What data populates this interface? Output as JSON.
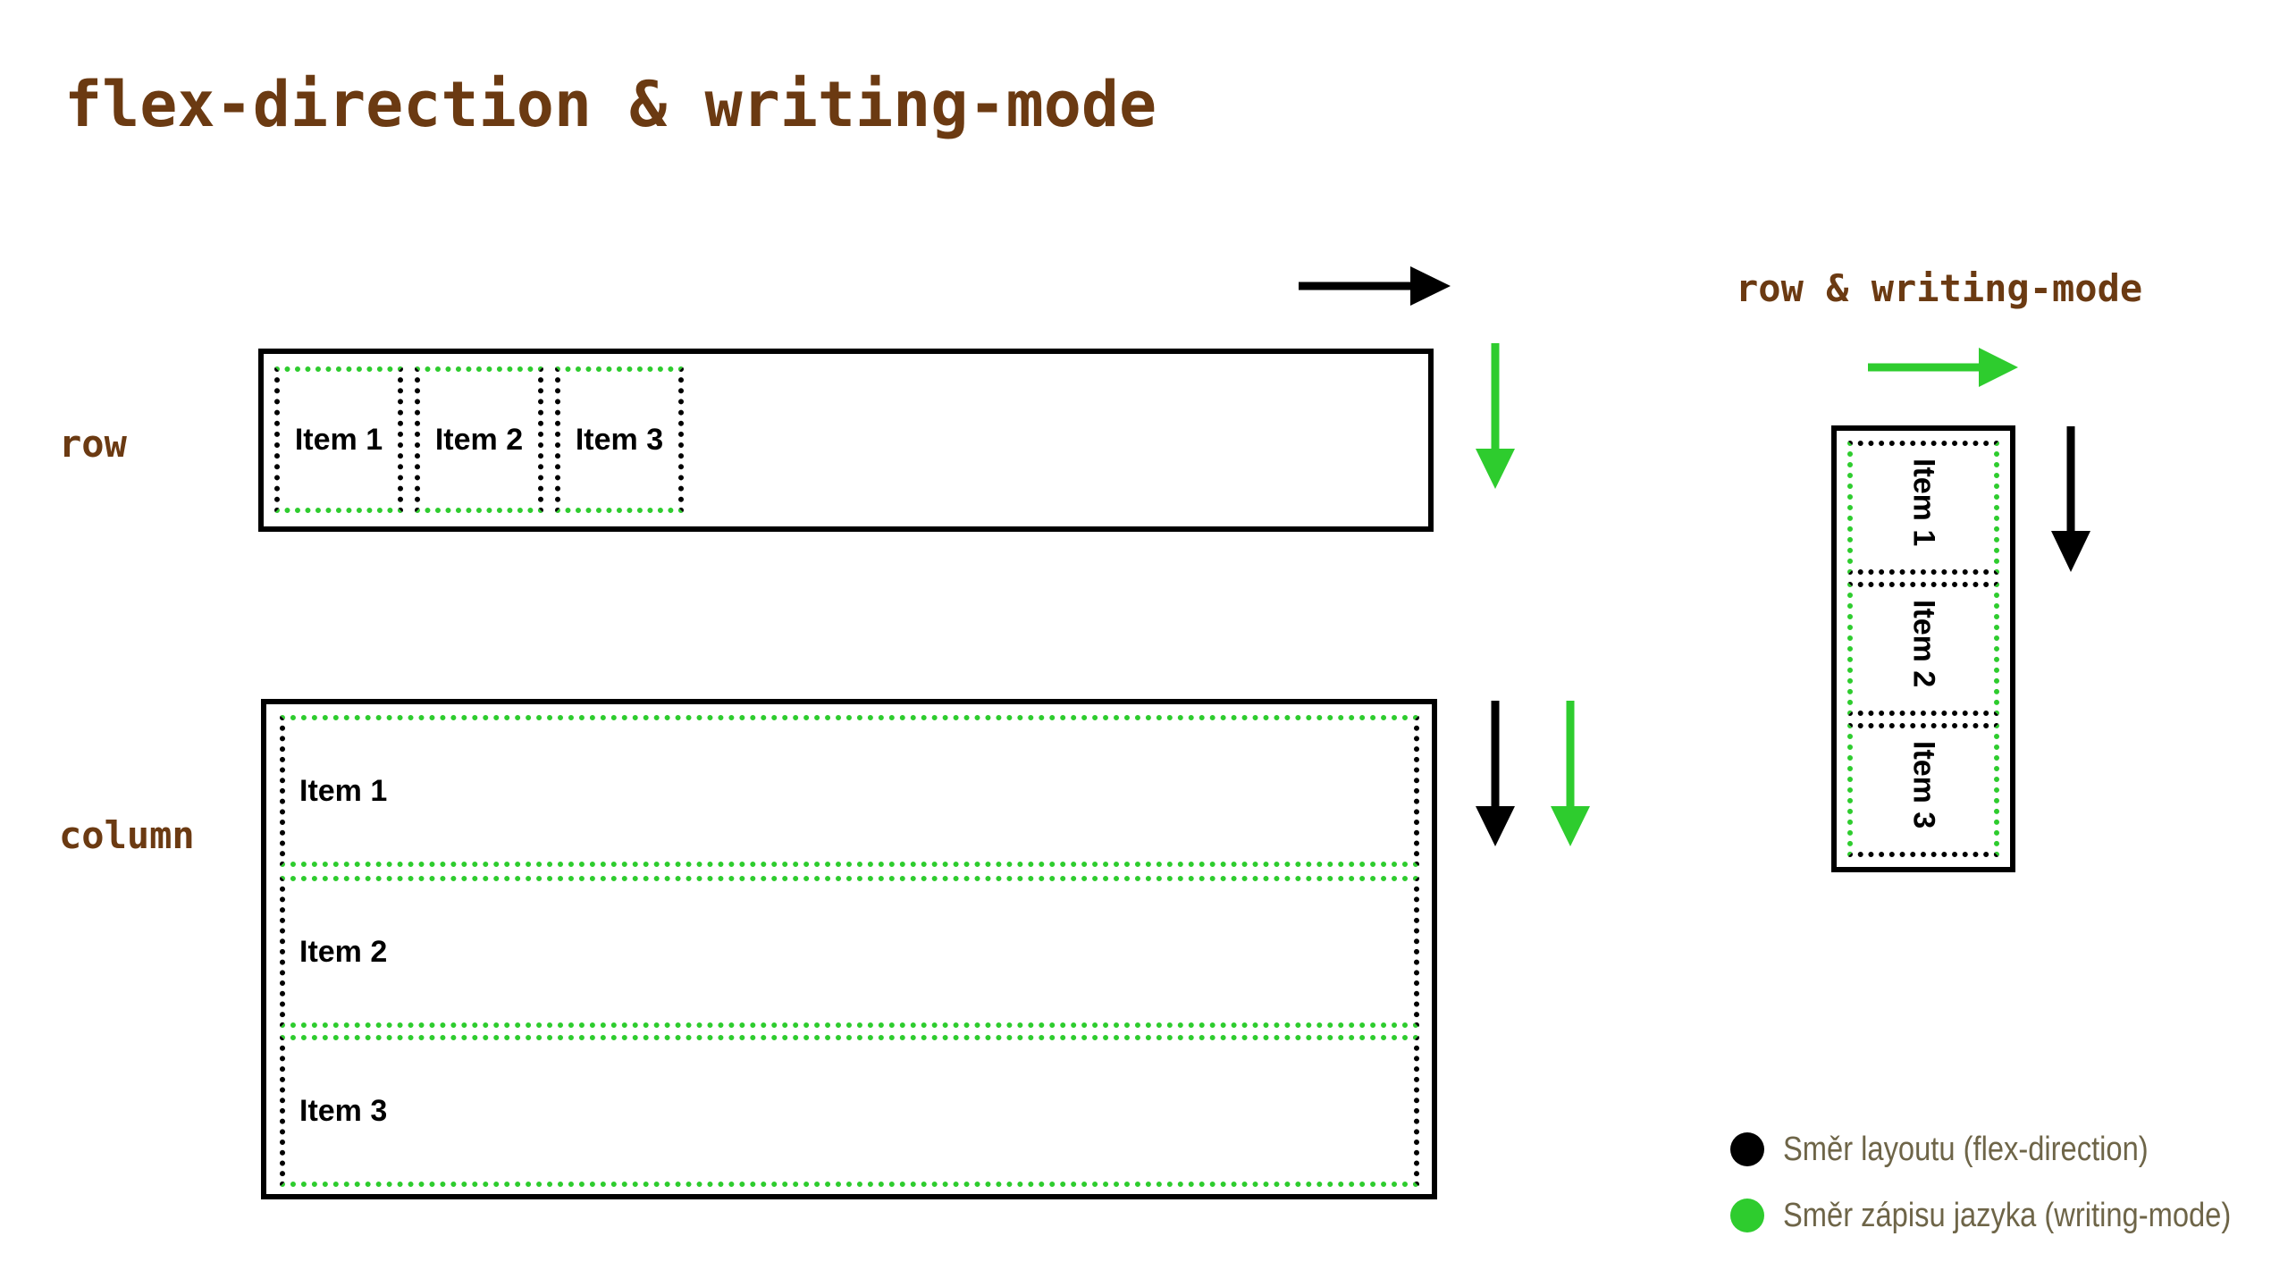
{
  "title": "flex-direction & writing-mode",
  "labels": {
    "row": "row",
    "column": "column",
    "row_writing_mode": "row & writing-mode"
  },
  "items": [
    "Item 1",
    "Item 2",
    "Item 3"
  ],
  "legend": [
    {
      "text": "Směr layoutu (flex-direction)",
      "color": "#000000"
    },
    {
      "text": "Směr zápisu jazyka (writing-mode)",
      "color": "#2ecc2e"
    }
  ],
  "colors": {
    "layout_direction": "#000000",
    "writing_mode_direction": "#2ecc2e",
    "heading": "#6b3a12",
    "legend_text": "#6e6548"
  },
  "arrows": [
    {
      "group": "row",
      "kind": "layout",
      "direction": "right"
    },
    {
      "group": "row",
      "kind": "writing-mode",
      "direction": "down"
    },
    {
      "group": "column",
      "kind": "layout",
      "direction": "down"
    },
    {
      "group": "column",
      "kind": "writing-mode",
      "direction": "down"
    },
    {
      "group": "row-writing-mode",
      "kind": "writing-mode",
      "direction": "right"
    },
    {
      "group": "row-writing-mode",
      "kind": "layout",
      "direction": "down"
    }
  ]
}
